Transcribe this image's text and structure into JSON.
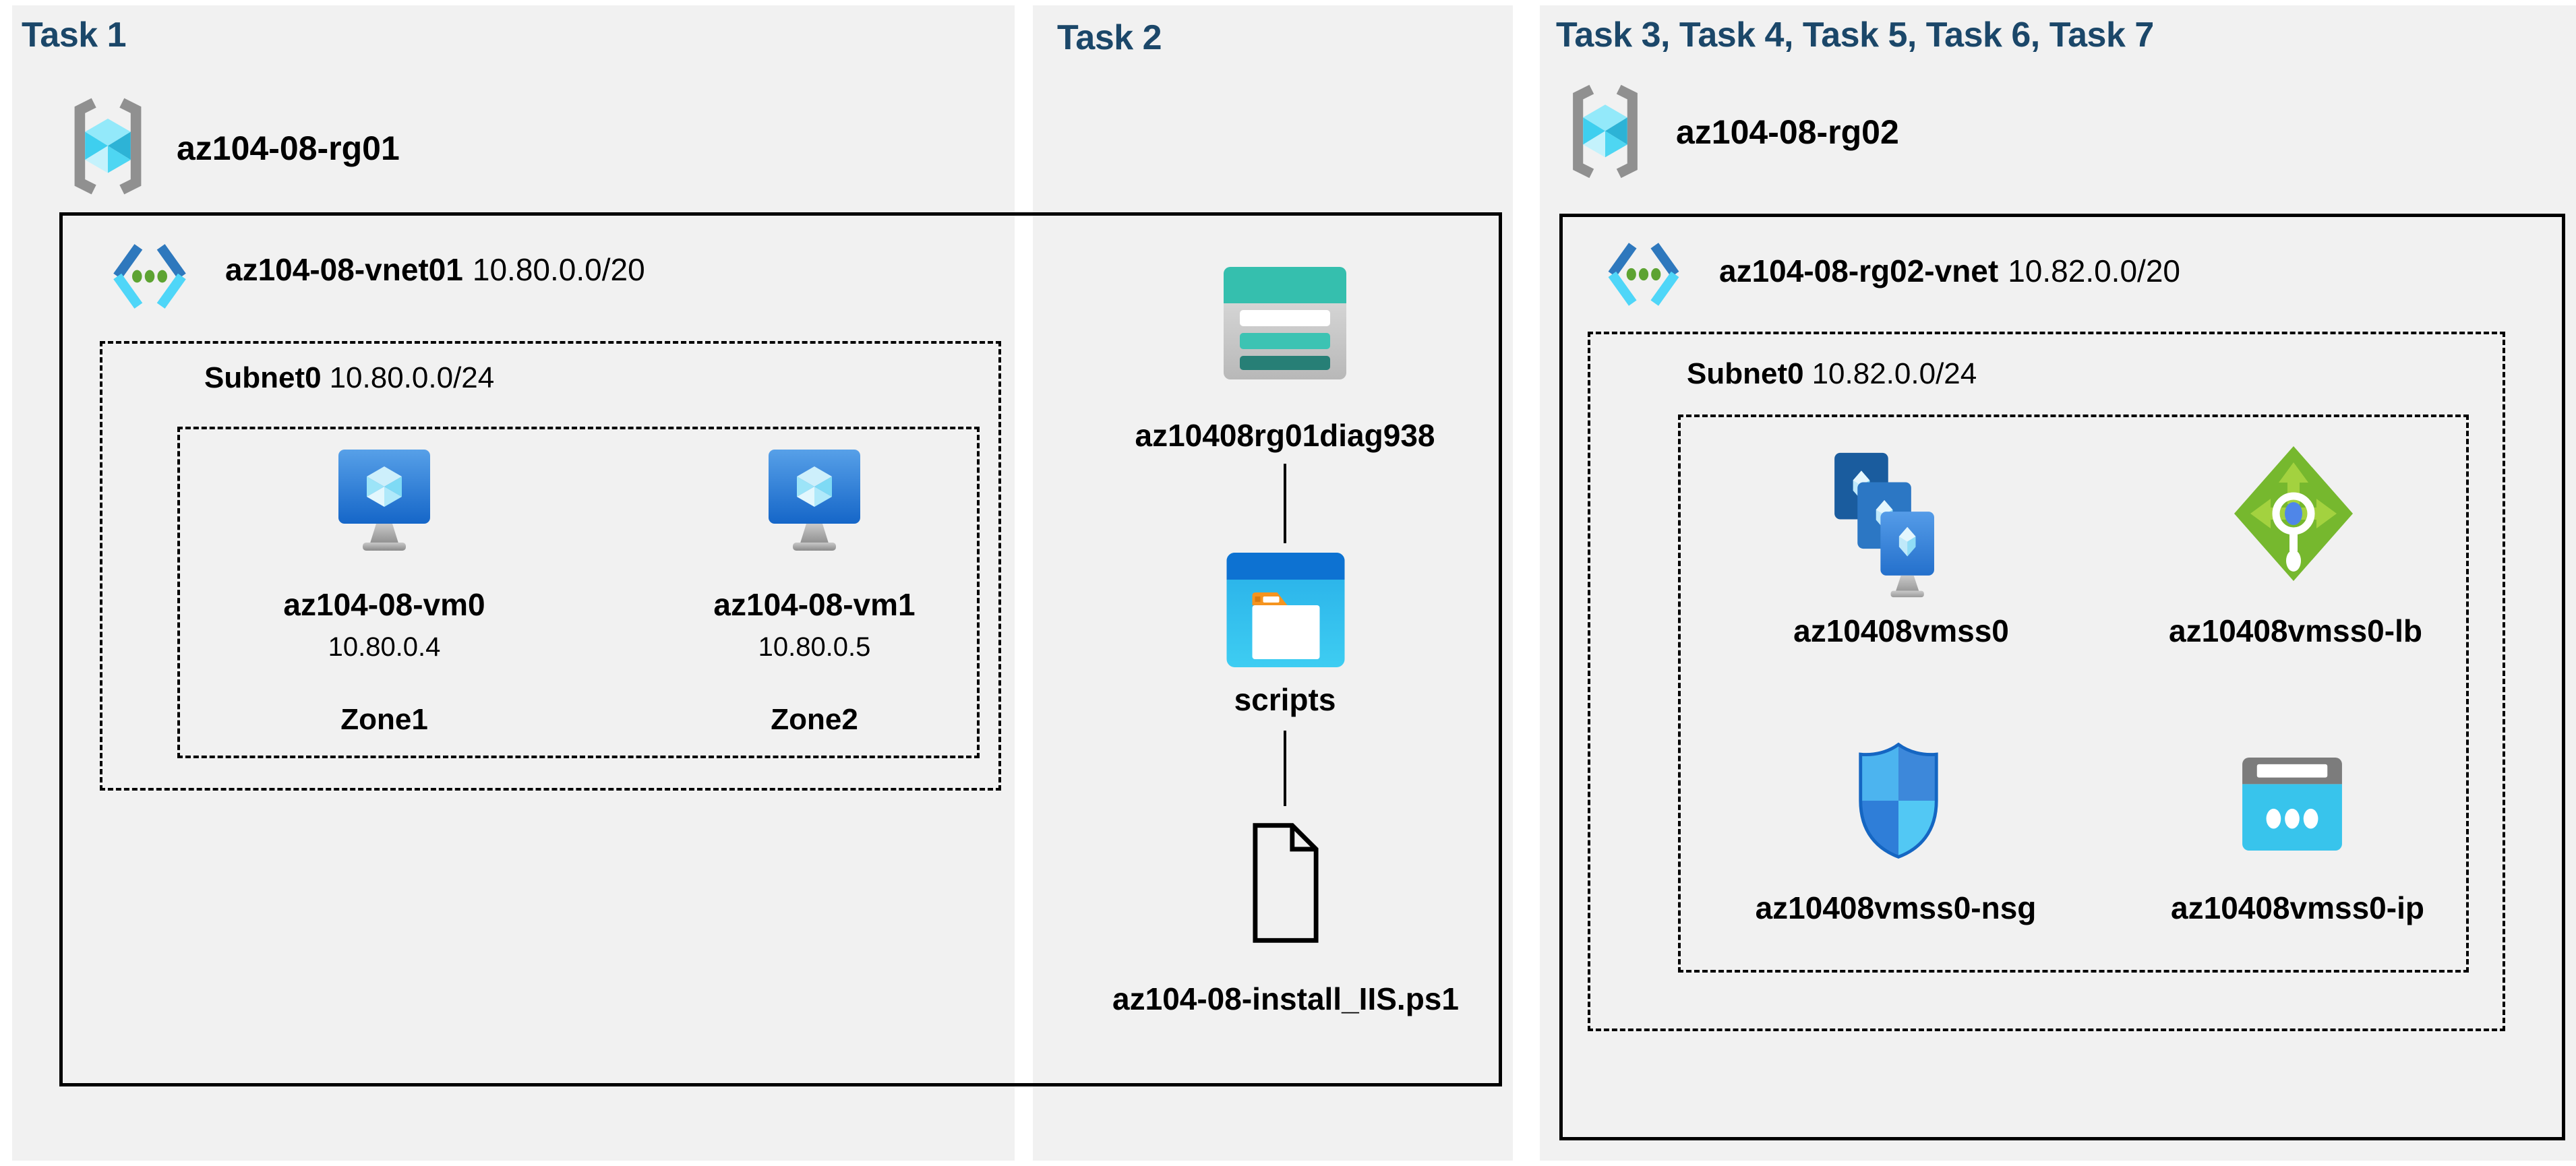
{
  "colors": {
    "heading": "#1b4769",
    "panel_background": "#f1f1f1",
    "azure_blue": "#2e7ac0",
    "storage_teal": "#35bfae",
    "lb_green": "#76b82e",
    "ip_cyan": "#38c4ec"
  },
  "task1": {
    "title": "Task 1",
    "rg_name": "az104-08-rg01",
    "vnet_name": "az104-08-vnet01",
    "vnet_cidr": "10.80.0.0/20",
    "subnet_name": "Subnet0",
    "subnet_cidr": "10.80.0.0/24",
    "vm0": {
      "name": "az104-08-vm0",
      "ip": "10.80.0.4",
      "zone": "Zone1"
    },
    "vm1": {
      "name": "az104-08-vm1",
      "ip": "10.80.0.5",
      "zone": "Zone2"
    }
  },
  "task2": {
    "title": "Task 2",
    "storage_name": "az10408rg01diag938",
    "container_name": "scripts",
    "file_name": "az104-08-install_IIS.ps1"
  },
  "task3": {
    "title": "Task 3, Task 4, Task 5, Task 6, Task 7",
    "rg_name": "az104-08-rg02",
    "vnet_name": "az104-08-rg02-vnet",
    "vnet_cidr": "10.82.0.0/20",
    "subnet_name": "Subnet0",
    "subnet_cidr": "10.82.0.0/24",
    "vmss_name": "az10408vmss0",
    "lb_name": "az10408vmss0-lb",
    "nsg_name": "az10408vmss0-nsg",
    "ip_name": "az10408vmss0-ip"
  }
}
